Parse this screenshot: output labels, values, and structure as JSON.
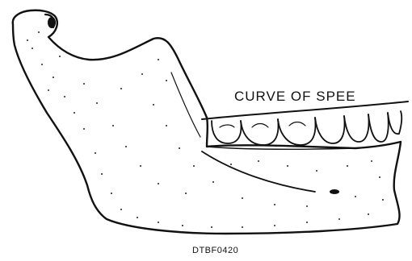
{
  "figure": {
    "subject": "mandible-lateral-view",
    "annotation": "CURVE OF SPEE",
    "figure_code": "DTBF0420",
    "colors": {
      "ink": "#111111",
      "background": "#ffffff"
    }
  }
}
